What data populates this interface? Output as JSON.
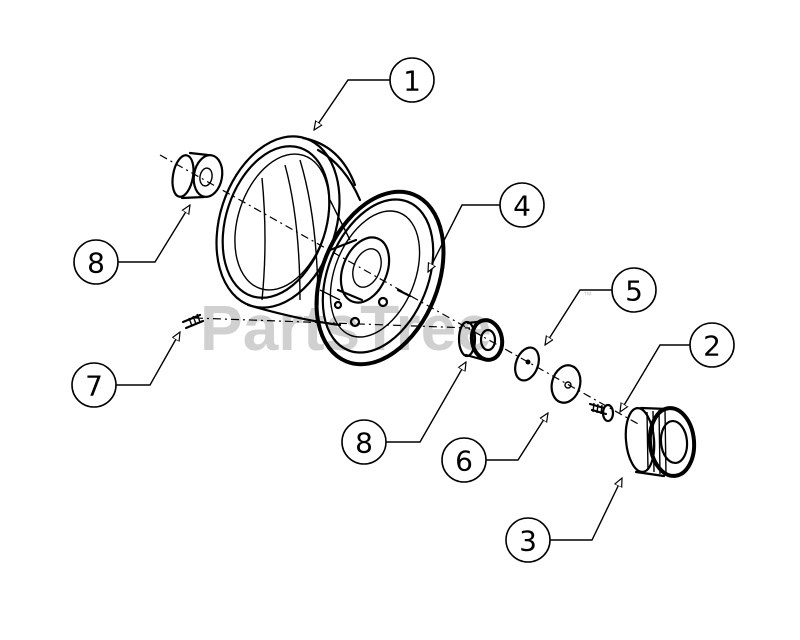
{
  "watermark": {
    "text": "PartsTree",
    "trademark": "™"
  },
  "callouts": [
    {
      "id": "1",
      "label": "1"
    },
    {
      "id": "2",
      "label": "2"
    },
    {
      "id": "3",
      "label": "3"
    },
    {
      "id": "4",
      "label": "4"
    },
    {
      "id": "5",
      "label": "5"
    },
    {
      "id": "6",
      "label": "6"
    },
    {
      "id": "7",
      "label": "7"
    },
    {
      "id": "8a",
      "label": "8"
    },
    {
      "id": "8b",
      "label": "8"
    }
  ]
}
